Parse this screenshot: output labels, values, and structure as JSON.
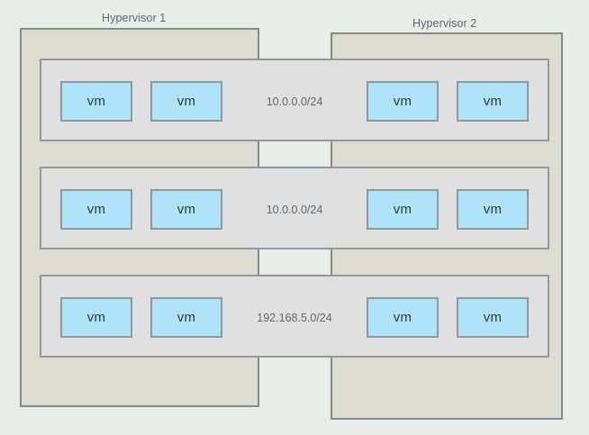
{
  "diagram": {
    "background_color": "#eaece8",
    "hypervisors": [
      {
        "id": "hypervisor-1",
        "label": "Hypervisor 1",
        "fill_color": "#dcdcd0",
        "border_color": "#7d8c91"
      },
      {
        "id": "hypervisor-2",
        "label": "Hypervisor 2",
        "fill_color": "#dcdcd0",
        "border_color": "#7d8c91"
      }
    ],
    "networks": [
      {
        "label": "10.0.0.0/24",
        "fill_color": "#e0e0e0",
        "border_color": "#909a9e",
        "vms": [
          {
            "label": "vm",
            "hypervisor": "Hypervisor 1"
          },
          {
            "label": "vm",
            "hypervisor": "Hypervisor 1"
          },
          {
            "label": "vm",
            "hypervisor": "Hypervisor 2"
          },
          {
            "label": "vm",
            "hypervisor": "Hypervisor 2"
          }
        ]
      },
      {
        "label": "10.0.0.0/24",
        "fill_color": "#e0e0e0",
        "border_color": "#909a9e",
        "vms": [
          {
            "label": "vm",
            "hypervisor": "Hypervisor 1"
          },
          {
            "label": "vm",
            "hypervisor": "Hypervisor 1"
          },
          {
            "label": "vm",
            "hypervisor": "Hypervisor 2"
          },
          {
            "label": "vm",
            "hypervisor": "Hypervisor 2"
          }
        ]
      },
      {
        "label": "192.168.5.0/24",
        "fill_color": "#e0e0e0",
        "border_color": "#909a9e",
        "vms": [
          {
            "label": "vm",
            "hypervisor": "Hypervisor 1"
          },
          {
            "label": "vm",
            "hypervisor": "Hypervisor 1"
          },
          {
            "label": "vm",
            "hypervisor": "Hypervisor 2"
          },
          {
            "label": "vm",
            "hypervisor": "Hypervisor 2"
          }
        ]
      }
    ],
    "vm_style": {
      "fill_color": "#aee3f8",
      "border_color": "#8b9aa0",
      "text_color": "#2e3a42"
    },
    "label_text_color": "#5b6770"
  }
}
